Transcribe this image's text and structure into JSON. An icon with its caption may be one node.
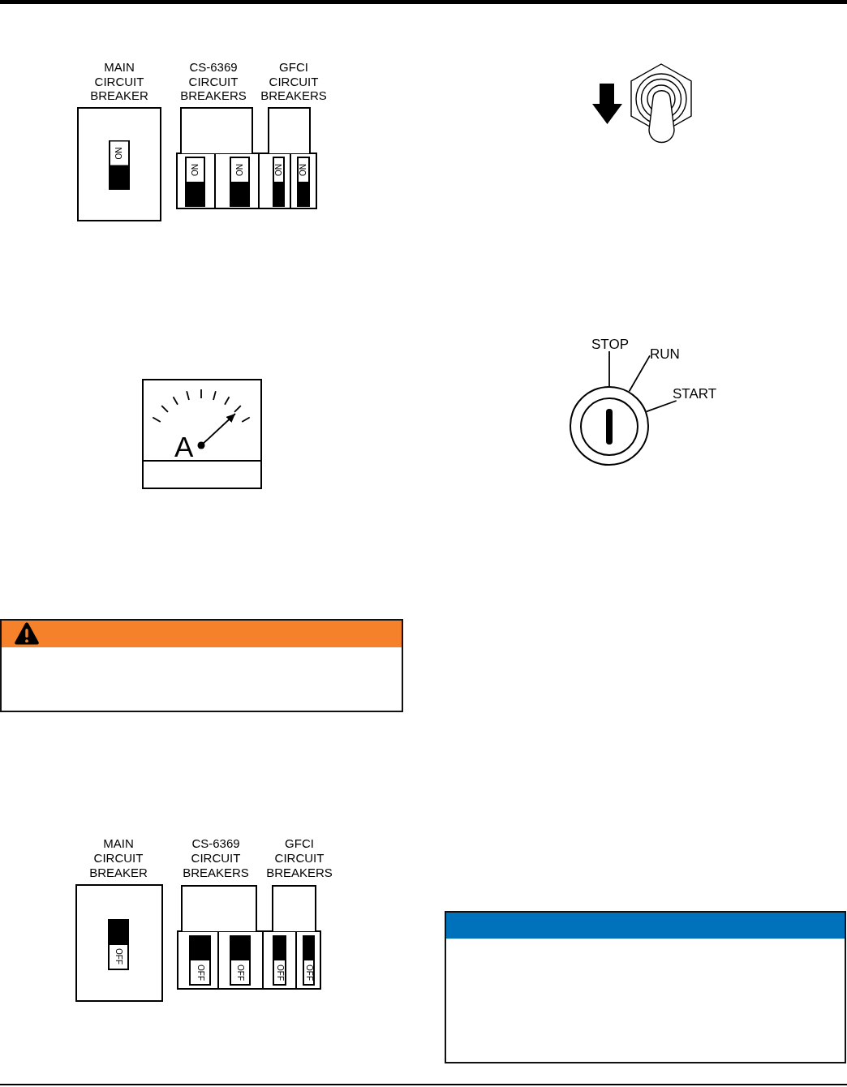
{
  "diagram": {
    "nodes": [
      {
        "text": [
          "MAIN CIRCUIT BREAKER"
        ]
      },
      {
        "text": [
          "ON"
        ],
        "in": 0
      },
      {
        "text": [
          "CS-6369 CIRCUIT BREAKERS"
        ]
      },
      {
        "text": [
          "GFCI CIRCUIT BREAKERS"
        ]
      },
      {
        "text": [
          "ON"
        ]
      },
      {
        "text": [
          "ON"
        ]
      },
      {
        "text": [
          "ON"
        ]
      },
      {
        "text": [
          "ON"
        ]
      },
      {
        "text": [
          "A"
        ]
      },
      {
        "text": [
          "STOP"
        ]
      },
      {
        "text": [
          "RUN"
        ]
      },
      {
        "text": [
          "START"
        ]
      },
      {
        "text": [],
        "shape": "circle"
      },
      {
        "text": [
          "MAIN CIRCUIT BREAKER"
        ]
      },
      {
        "text": [
          "OFF"
        ],
        "in": 13
      },
      {
        "text": [
          "CS-6369 CIRCUIT BREAKERS"
        ]
      },
      {
        "text": [
          "GFCI CIRCUIT BREAKERS"
        ]
      },
      {
        "text": [
          "OFF"
        ]
      },
      {
        "text": [
          "OFF"
        ]
      },
      {
        "text": [
          "OFF"
        ]
      },
      {
        "text": [
          "OFF"
        ]
      }
    ],
    "edges": [
      {
        "from": 9,
        "to": 12,
        "arrow": "none"
      },
      {
        "from": 10,
        "to": 12,
        "arrow": "none"
      },
      {
        "from": 11,
        "to": 12,
        "arrow": "none"
      }
    ]
  }
}
